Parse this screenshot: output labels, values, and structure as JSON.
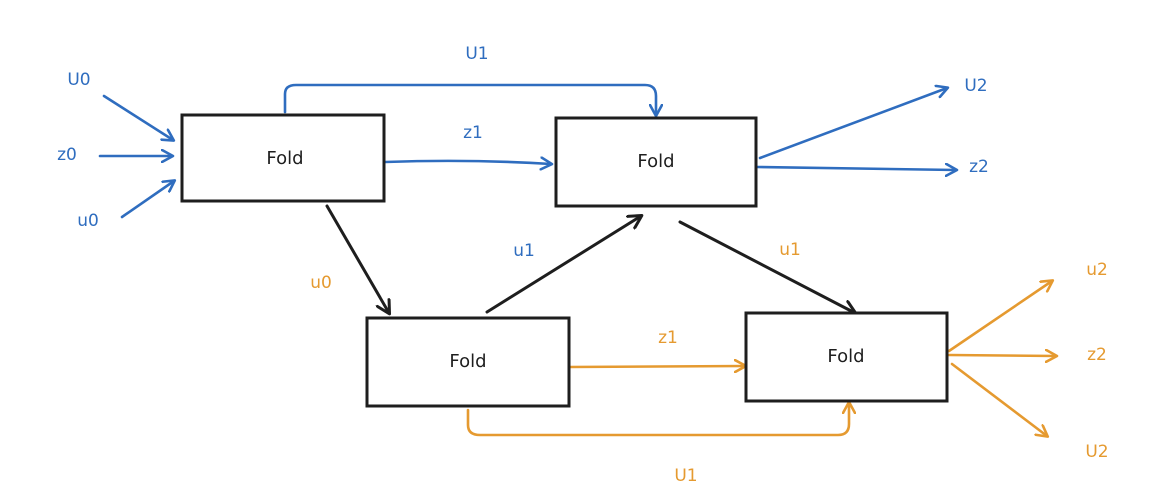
{
  "colors": {
    "blue": "#2f6dbf",
    "orange": "#e59a30",
    "black": "#1e1e1e"
  },
  "nodes": {
    "fold_top_left": {
      "label": "Fold"
    },
    "fold_top_right": {
      "label": "Fold"
    },
    "fold_bottom_left": {
      "label": "Fold"
    },
    "fold_bottom_right": {
      "label": "Fold"
    }
  },
  "labels": {
    "in_U0": "U0",
    "in_z0": "z0",
    "in_u0": "u0",
    "top_U1": "U1",
    "top_z1": "z1",
    "out_U2": "U2",
    "out_z2": "z2",
    "mid_u0": "u0",
    "mid_u1_left": "u1",
    "mid_u1_right": "u1",
    "bottom_z1": "z1",
    "bottom_U1": "U1",
    "out_u2": "u2",
    "out_z2_orange": "z2",
    "out_U2_orange": "U2"
  }
}
